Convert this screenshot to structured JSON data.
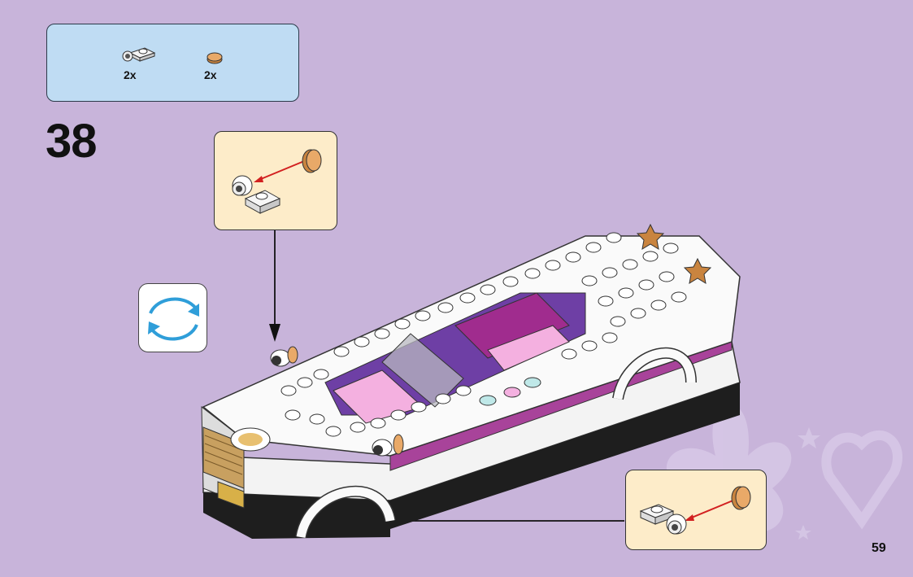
{
  "parts_list": {
    "items": [
      {
        "part": "plate-with-wheel-holder-icon",
        "quantity": "2x"
      },
      {
        "part": "round-tile-tan-icon",
        "quantity": "2x"
      }
    ]
  },
  "step": {
    "number": "38"
  },
  "page": {
    "number": "59"
  },
  "colors": {
    "background": "#c8b4da",
    "parts_box": "#bfdcf3",
    "callout": "#fdecc9",
    "rotate_arrows": "#2f9ed9",
    "assembly_arrow": "#d22020"
  }
}
